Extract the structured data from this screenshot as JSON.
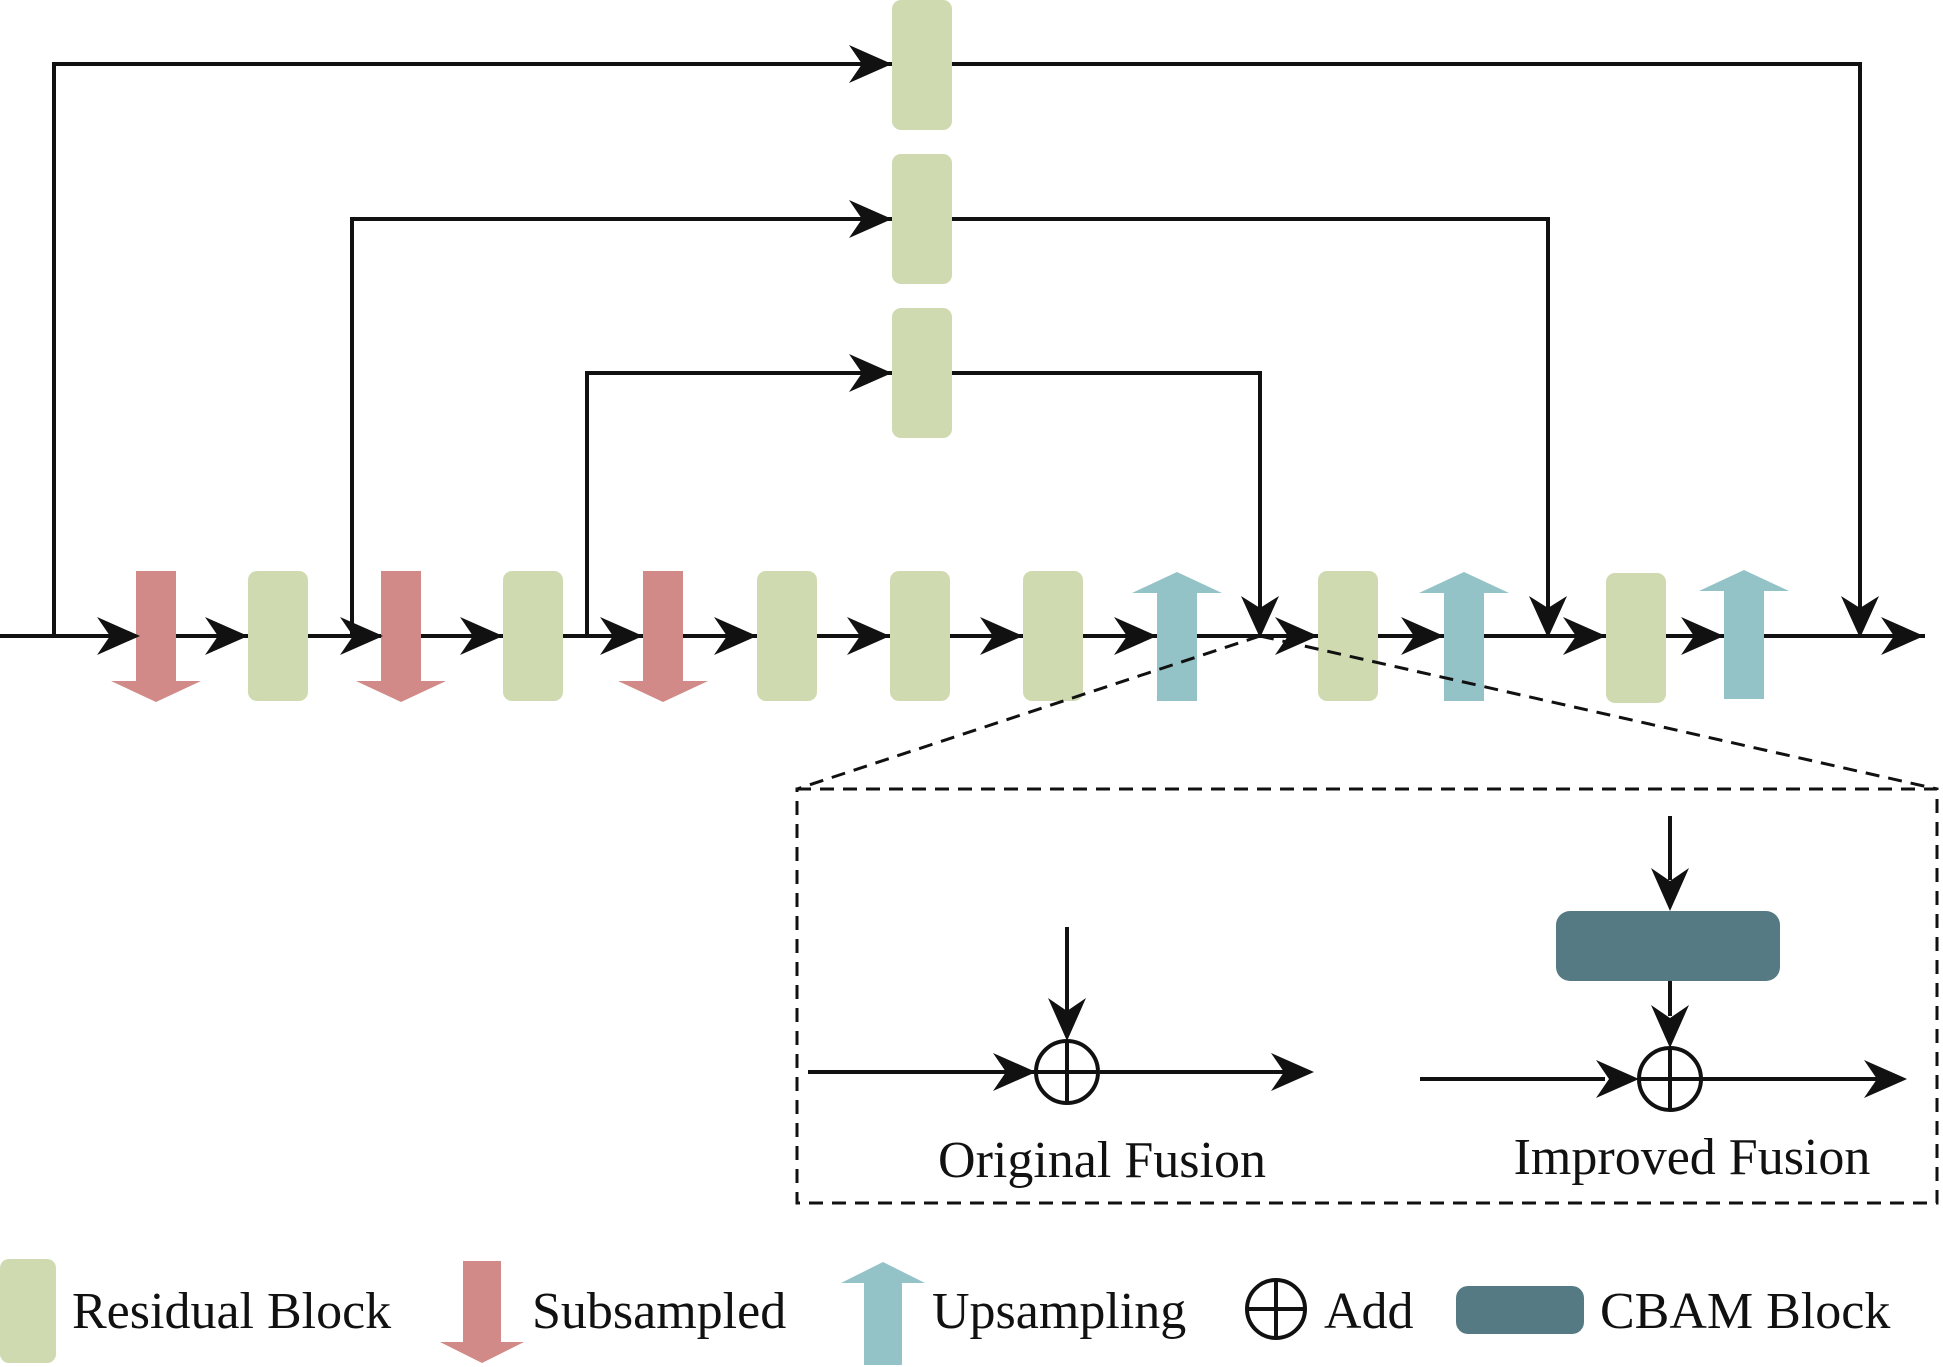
{
  "colors": {
    "residual": "#cfdab0",
    "subsampled": "#d18a87",
    "upsampling": "#93c3c7",
    "cbam": "#567a84",
    "line": "#111111"
  },
  "inset": {
    "original_label": "Original Fusion",
    "improved_label": "Improved Fusion"
  },
  "legend": {
    "residual_label": "Residual Block",
    "subsampled_label": "Subsampled",
    "upsampling_label": "Upsampling",
    "add_label": "Add",
    "cbam_label": "CBAM Block"
  }
}
